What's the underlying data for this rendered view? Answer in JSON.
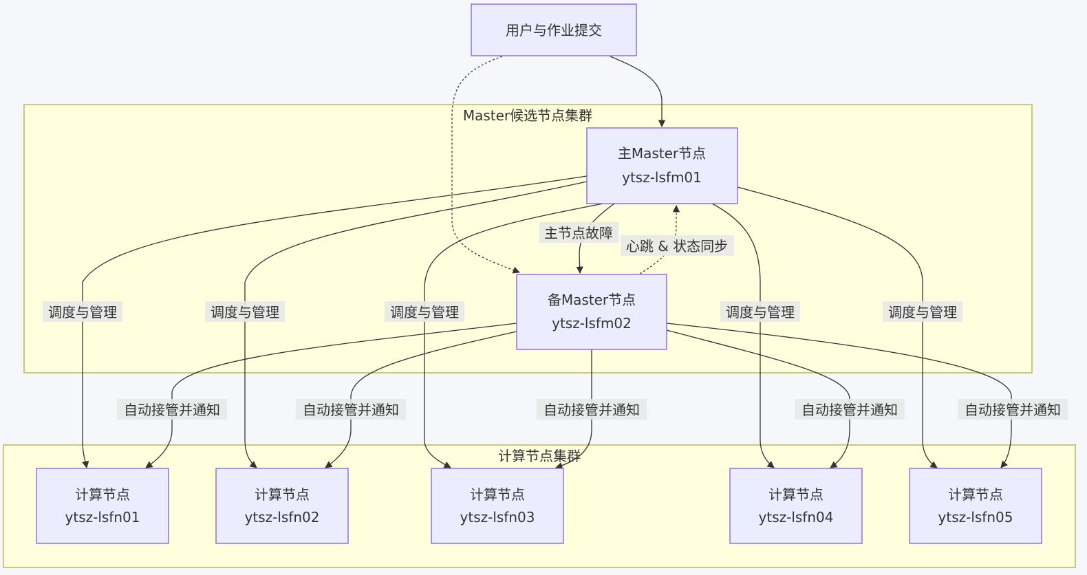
{
  "clusters": {
    "master": {
      "label": "Master候选节点集群"
    },
    "compute": {
      "label": "计算节点集群"
    }
  },
  "nodes": {
    "user": {
      "lines": [
        "用户与作业提交"
      ]
    },
    "primary": {
      "lines": [
        "主Master节点",
        "ytsz-lsfm01"
      ]
    },
    "backup": {
      "lines": [
        "备Master节点",
        "ytsz-lsfm02"
      ]
    },
    "c1": {
      "lines": [
        "计算节点",
        "ytsz-lsfn01"
      ]
    },
    "c2": {
      "lines": [
        "计算节点",
        "ytsz-lsfn02"
      ]
    },
    "c3": {
      "lines": [
        "计算节点",
        "ytsz-lsfn03"
      ]
    },
    "c4": {
      "lines": [
        "计算节点",
        "ytsz-lsfn04"
      ]
    },
    "c5": {
      "lines": [
        "计算节点",
        "ytsz-lsfn05"
      ]
    }
  },
  "edges": {
    "failover": "主节点故障",
    "heartbeat": "心跳 & 状态同步",
    "manage": "调度与管理",
    "takeover": "自动接管并通知"
  },
  "colors": {
    "background": "#f6f7fb",
    "node_fill": "#ececff",
    "node_stroke": "#9370db",
    "cluster_fill": "#ffffde",
    "cluster_stroke": "#b8b85a",
    "edge": "#333333",
    "label_bg": "#e8e8e8"
  }
}
